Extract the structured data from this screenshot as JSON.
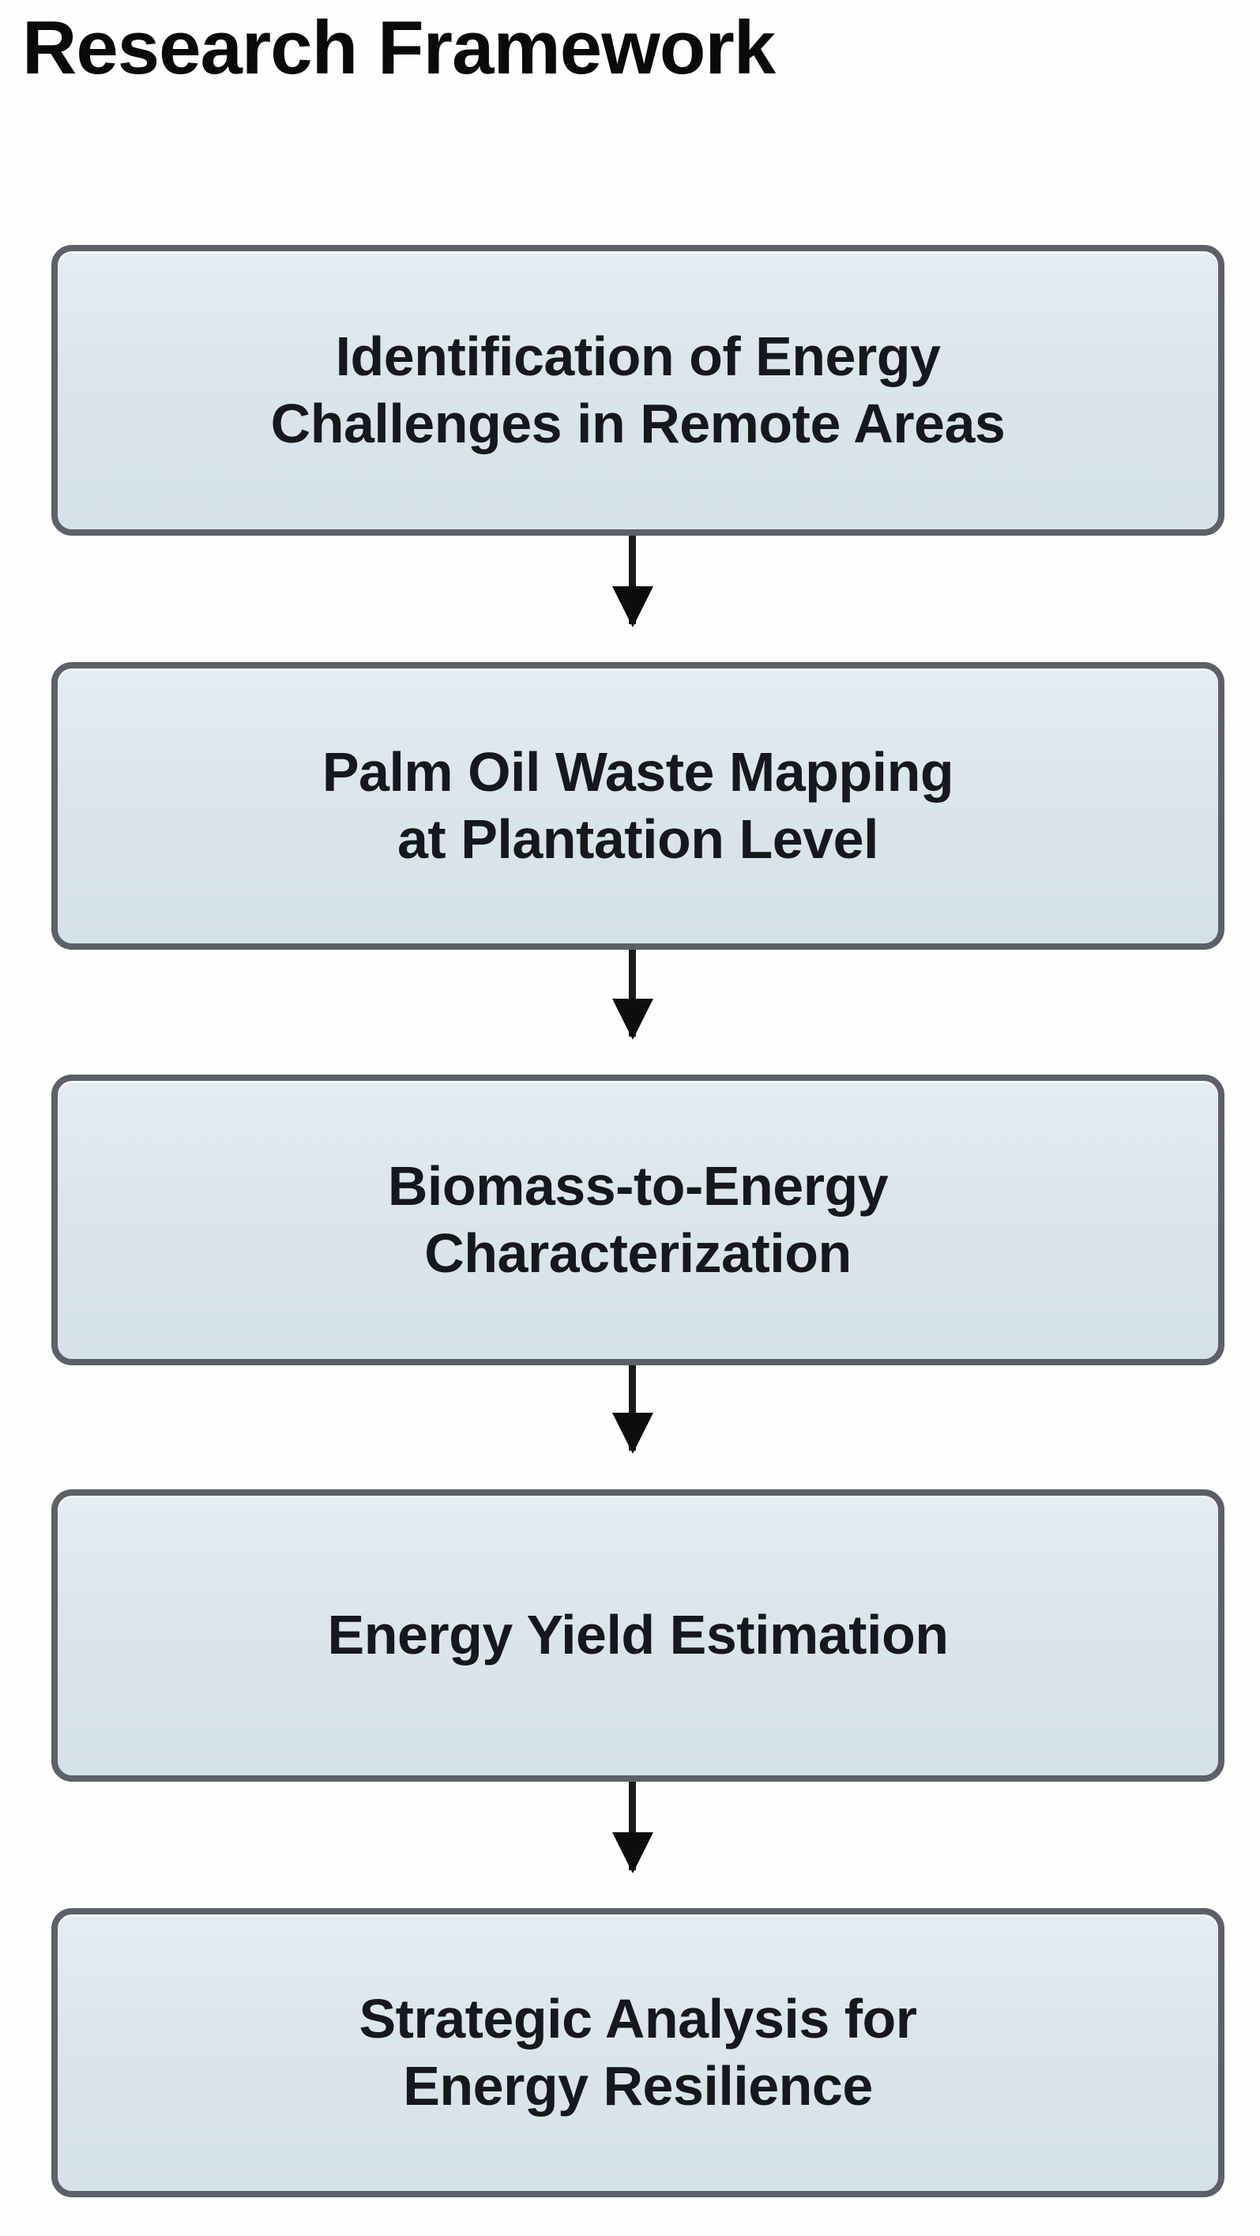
{
  "chart_data": {
    "type": "diagram",
    "diagram_type": "flowchart",
    "orientation": "vertical-top-to-bottom",
    "title": "Research Framework",
    "nodes": [
      {
        "id": "n1",
        "lines": [
          "Identification of Energy",
          "Challenges in Remote Areas"
        ]
      },
      {
        "id": "n2",
        "lines": [
          "Palm Oil Waste Mapping",
          "at Plantation Level"
        ]
      },
      {
        "id": "n3",
        "lines": [
          "Biomass-to-Energy",
          "Characterization"
        ]
      },
      {
        "id": "n4",
        "lines": [
          "Energy Yield Estimation"
        ]
      },
      {
        "id": "n5",
        "lines": [
          "Strategic Analysis for",
          "Energy Resilience"
        ]
      }
    ],
    "edges": [
      {
        "from": "n1",
        "to": "n2",
        "style": "solid-arrow"
      },
      {
        "from": "n2",
        "to": "n3",
        "style": "solid-arrow"
      },
      {
        "from": "n3",
        "to": "n4",
        "style": "solid-arrow"
      },
      {
        "from": "n4",
        "to": "n5",
        "style": "solid-arrow"
      }
    ],
    "colors": {
      "background": "#ffffff",
      "node_fill": "#dbe6ec",
      "node_border": "#5b6166",
      "node_text": "#15191c",
      "title_text": "#0a0a0a",
      "arrow": "#0d0d0d"
    }
  },
  "title": {
    "text": "Research Framework"
  },
  "flow": {
    "nodes": [
      {
        "name": "identification-of-energy-challenges",
        "line1": "Identification of Energy",
        "line2": "Challenges in Remote Areas"
      },
      {
        "name": "palm-oil-waste-mapping",
        "line1": "Palm Oil Waste Mapping",
        "line2": "at Plantation Level"
      },
      {
        "name": "biomass-to-energy-characterization",
        "line1": "Biomass-to-Energy",
        "line2": "Characterization"
      },
      {
        "name": "energy-yield-estimation",
        "line1": "Energy Yield Estimation",
        "line2": ""
      },
      {
        "name": "strategic-analysis-for-energy-resilience",
        "line1": "Strategic Analysis for",
        "line2": "Energy Resilience"
      }
    ],
    "arrows": [
      {
        "name": "arrow-1-to-2",
        "glyph": "down-arrow-icon"
      },
      {
        "name": "arrow-2-to-3",
        "glyph": "down-arrow-icon"
      },
      {
        "name": "arrow-3-to-4",
        "glyph": "down-arrow-icon"
      },
      {
        "name": "arrow-4-to-5",
        "glyph": "down-arrow-icon"
      }
    ]
  }
}
